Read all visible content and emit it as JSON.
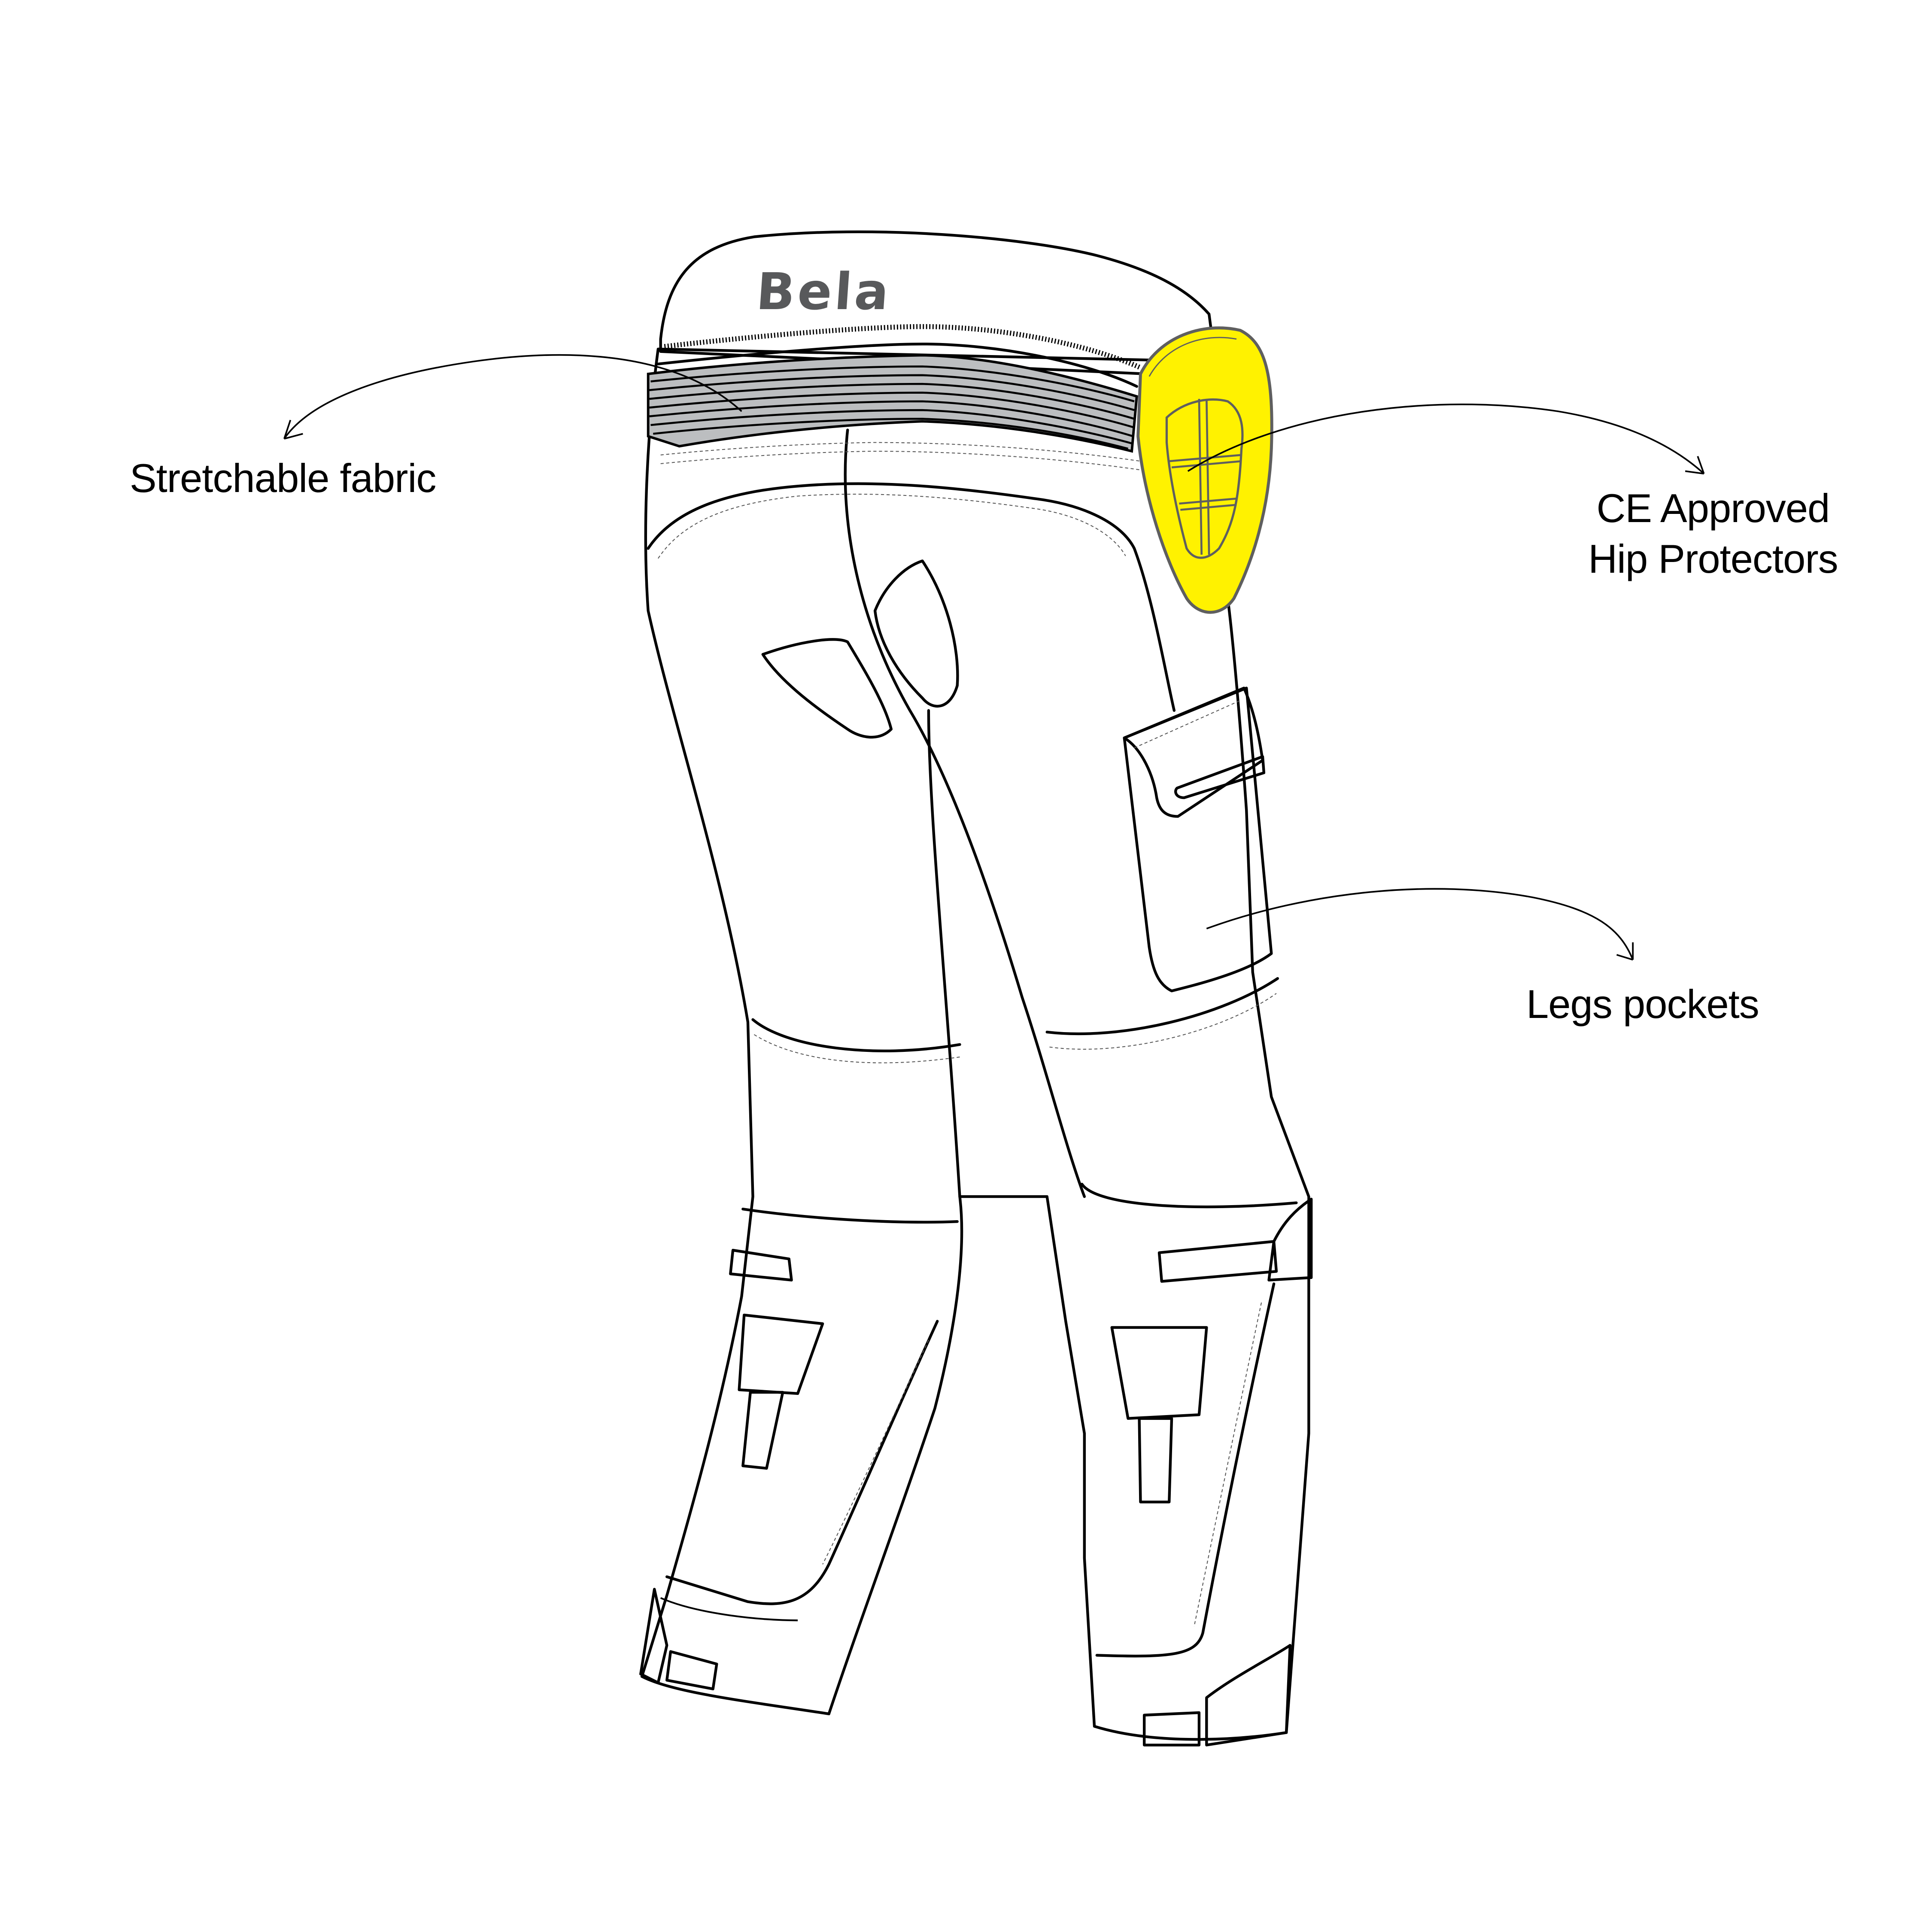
{
  "brand": {
    "logo_text": "Bela"
  },
  "colors": {
    "background": "#ffffff",
    "outline": "#000000",
    "hip_protector": "#fff200",
    "hip_protector_outline": "#5f5f5f",
    "light_gray_panel": "#bcbec0",
    "mid_gray_panel": "#808285",
    "dark_gray_detail": "#58595b",
    "logo": "#58595b"
  },
  "callouts": [
    {
      "id": "stretchable-fabric",
      "label": "Stretchable fabric"
    },
    {
      "id": "hip-protectors",
      "line1": "CE Approved",
      "line2": "Hip Protectors"
    },
    {
      "id": "leg-pockets",
      "label": "Legs pockets"
    }
  ]
}
